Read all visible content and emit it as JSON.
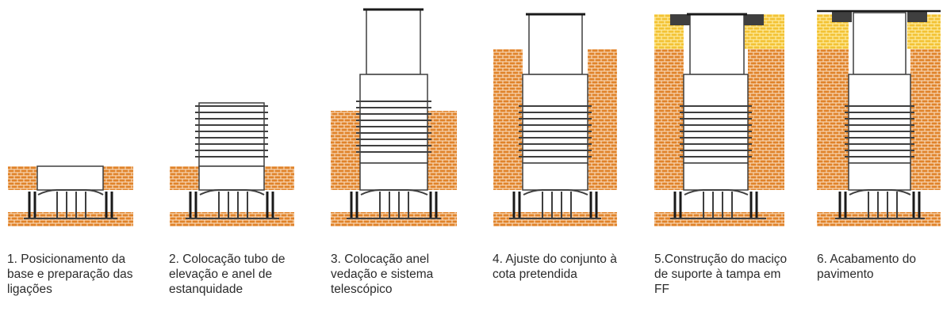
{
  "colors": {
    "soil": "#e0832a",
    "soil_line": "#ffffff",
    "sand": "#f3c233",
    "frame": "#3f3f3f",
    "metal": "#1a1a1a",
    "tube_fill": "#ffffff",
    "ring": "#8a8a8a"
  },
  "steps": [
    {
      "id": 1,
      "caption": "1. Posicionamento da base e preparação das ligações"
    },
    {
      "id": 2,
      "caption": "2. Colocação tubo de elevação e anel de estanquidade"
    },
    {
      "id": 3,
      "caption": "3. Colocação anel vedação e sistema telescópico"
    },
    {
      "id": 4,
      "caption": "4. Ajuste do conjunto à cota pretendida"
    },
    {
      "id": 5,
      "caption": "5.Construção do maciço de suporte à tampa em FF"
    },
    {
      "id": 6,
      "caption": "6. Acabamento do pavimento"
    }
  ]
}
